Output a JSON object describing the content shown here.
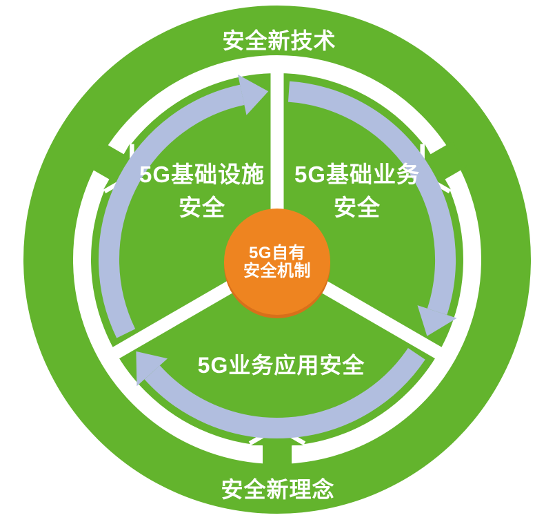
{
  "colors": {
    "green": "#63b42d",
    "lavender": "#b1bedf",
    "orange": "#ee8420",
    "orange_shadow": "#d8701a",
    "white": "#ffffff"
  },
  "labels": {
    "outer_top": "安全新技术",
    "outer_bottom": "安全新理念"
  },
  "core": {
    "line1": "5G自有",
    "line2": "安全机制"
  },
  "sectors": [
    {
      "name": "infrastructure",
      "line1": "5G基础设施",
      "line2": "安全"
    },
    {
      "name": "basic-services",
      "line1": "5G基础业务",
      "line2": "安全"
    },
    {
      "name": "service-applications",
      "line1": "5G业务应用安全",
      "line2": ""
    }
  ]
}
